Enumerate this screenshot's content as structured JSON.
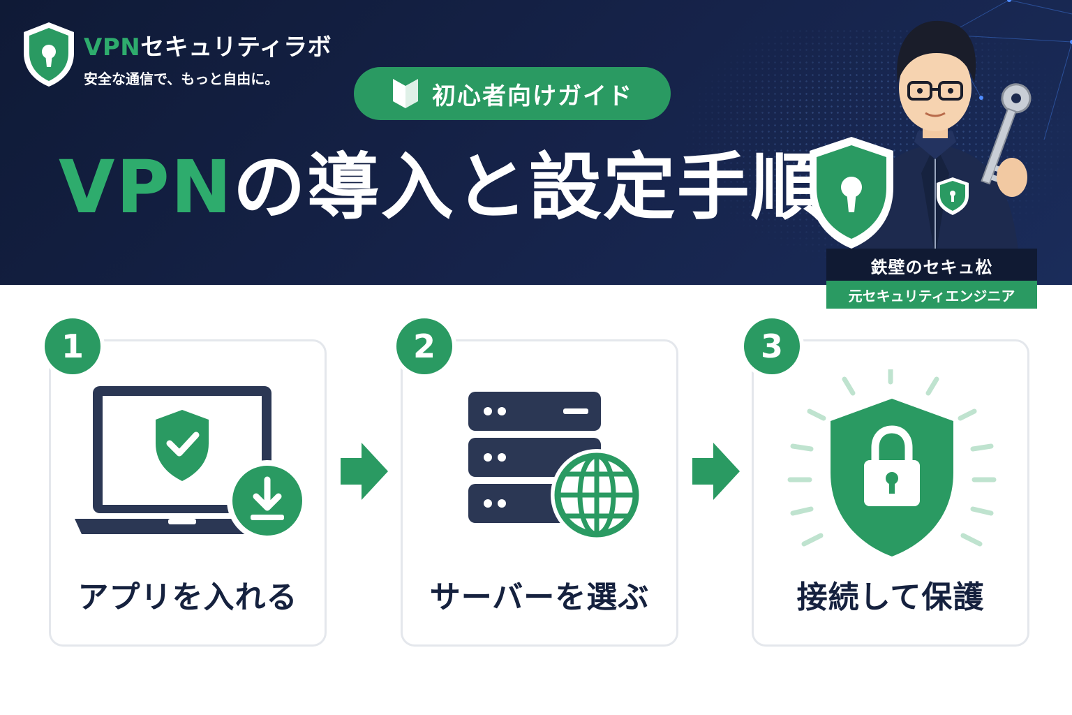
{
  "brand": {
    "name_accent": "VPN",
    "name_rest": "セキュリティラボ",
    "tagline": "安全な通信で、もっと自由に。"
  },
  "pill": {
    "label": "初心者向けガイド",
    "icon": "beginner-mark-icon"
  },
  "headline": {
    "accent": "VPN",
    "rest": "の導入と設定手順"
  },
  "character": {
    "name": "鉄壁のセキュ松",
    "role": "元セキュリティエンジニア"
  },
  "steps": [
    {
      "number": "1",
      "label": "アプリを入れる",
      "icon": "laptop-download-icon"
    },
    {
      "number": "2",
      "label": "サーバーを選ぶ",
      "icon": "server-globe-icon"
    },
    {
      "number": "3",
      "label": "接続して保護",
      "icon": "shield-lock-icon"
    }
  ],
  "colors": {
    "navy": "#16234a",
    "green": "#2a9a62",
    "dark": "#15213e"
  }
}
